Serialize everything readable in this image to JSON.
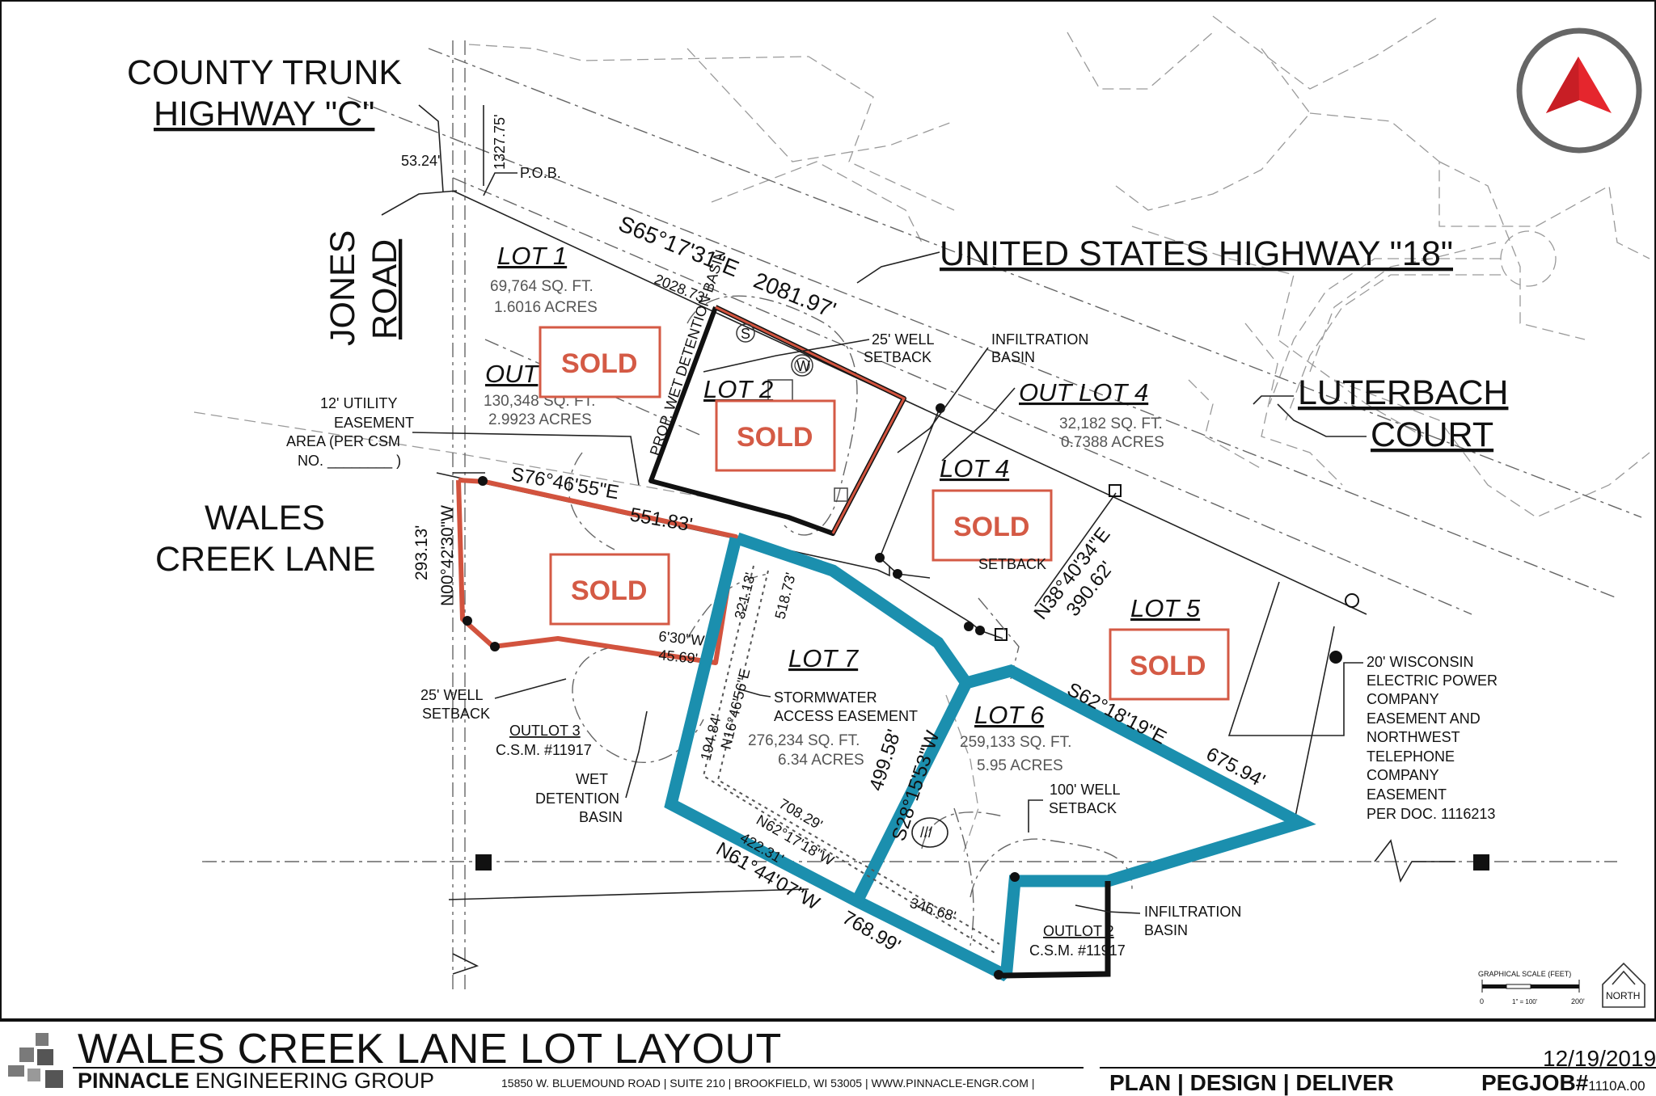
{
  "roads": {
    "county_trunk": [
      "COUNTY TRUNK",
      "HIGHWAY \"C\""
    ],
    "jones": [
      "JONES",
      "ROAD"
    ],
    "us_highway": "UNITED STATES HIGHWAY \"18\"",
    "luterbach": [
      "LUTERBACH",
      "COURT"
    ],
    "wales_creek": [
      "WALES",
      "CREEK LANE"
    ]
  },
  "lots": [
    {
      "name": "LOT 1",
      "sqft": "69,764 SQ. FT.",
      "acres": "1.6016 ACRES"
    },
    {
      "name": "OUT",
      "sqft": "130,348 SQ. FT.",
      "acres": "2.9923 ACRES"
    },
    {
      "name": "LOT 2"
    },
    {
      "name": "OUT LOT 4",
      "sqft": "32,182  SQ. FT.",
      "acres": "0.7388 ACRES"
    },
    {
      "name": "LOT 4"
    },
    {
      "name": "LOT 5"
    },
    {
      "name": "LOT 6",
      "sqft": "259,133 SQ. FT.",
      "acres": "5.95 ACRES"
    },
    {
      "name": "LOT 7",
      "sqft": "276,234  SQ. FT.",
      "acres": "6.34 ACRES"
    }
  ],
  "sold_label": "SOLD",
  "notes": {
    "pob": "P.O.B.",
    "utility_easement": [
      "12'  UTILITY",
      "EASEMENT",
      "AREA (PER CSM",
      "NO. ________ )"
    ],
    "well_setback_25a": [
      "25' WELL",
      "SETBACK"
    ],
    "well_setback_25b": [
      "25' WELL",
      "SETBACK"
    ],
    "well_setback_100": [
      "100' WELL",
      "SETBACK"
    ],
    "infiltration_top": [
      "INFILTRATION",
      "BASIN"
    ],
    "infiltration_bottom": [
      "INFILTRATION",
      "BASIN"
    ],
    "stormwater": [
      "STORMWATER",
      "ACCESS EASEMENT"
    ],
    "wet_detention": [
      "WET",
      "DETENTION",
      "BASIN"
    ],
    "prop_wet_detention": "PROP. WET DETENTION BASIN",
    "outlot3": [
      "OUTLOT 3",
      "C.S.M. #11917"
    ],
    "outlot2": [
      "OUTLOT 2",
      "C.S.M. #11917"
    ],
    "setback_partial": "SETBACK",
    "wepco": [
      "20'  WISCONSIN",
      "ELECTRIC POWER",
      "COMPANY",
      "EASEMENT AND",
      "NORTHWEST",
      "TELEPHONE",
      "COMPANY",
      "EASEMENT",
      "PER DOC. 1116213"
    ]
  },
  "dimensions": {
    "d5324": "53.24'",
    "d132775": "1327.75'",
    "bearing_top": "S65°17'31\"E",
    "d208197": "2081.97'",
    "d202873": "2028.73'",
    "bearing_s76": "S76°46'55\"E",
    "d55183": "551.83'",
    "d29313": "293.13'",
    "bearing_n00": "N00°42'30\"W",
    "bearing_6_30": "6'30\"W",
    "d4569": "45.69'",
    "d32113": "321.13'",
    "d51873": "518.73'",
    "bearing_n16": "N16°46'56\"E",
    "d19484": "194.84'",
    "d70829": "708.29'",
    "bearing_n62": "N62°17'18\"W",
    "d42231": "422.31'",
    "bearing_n61": "N61°44'07\"W",
    "d76899": "768.99'",
    "d34668": "346.68'",
    "d49958": "499.58'",
    "bearing_s28": "S28°15'53\"W",
    "bearing_s62": "S62°18'19\"E",
    "d67594": "675.94'",
    "bearing_n38": "N38°40'34\"E",
    "d39062": "390.62'"
  },
  "well_marks": {
    "s": "S",
    "w": "W"
  },
  "scale": {
    "title": "GRAPHICAL SCALE (FEET)",
    "zero": "0",
    "ratio": "1\" = 100'",
    "max": "200'"
  },
  "north_label": "NORTH",
  "title_block": {
    "title": "WALES CREEK LANE LOT LAYOUT",
    "firm_bold": "PINNACLE",
    "firm_rest": " ENGINEERING GROUP",
    "address": "15850 W. BLUEMOUND ROAD | SUITE 210 | BROOKFIELD, WI 53005 | WWW.PINNACLE-ENGR.COM |",
    "tagline": "PLAN | DESIGN | DELIVER",
    "date": "12/19/2019",
    "job_bold": "PEGJOB#",
    "job_num": "1110A.00"
  },
  "colors": {
    "sold": "#d45a45",
    "lot7_boundary": "#1b8fae",
    "sold_boundary": "#d2533e",
    "north_arrow": "#e5262d"
  }
}
